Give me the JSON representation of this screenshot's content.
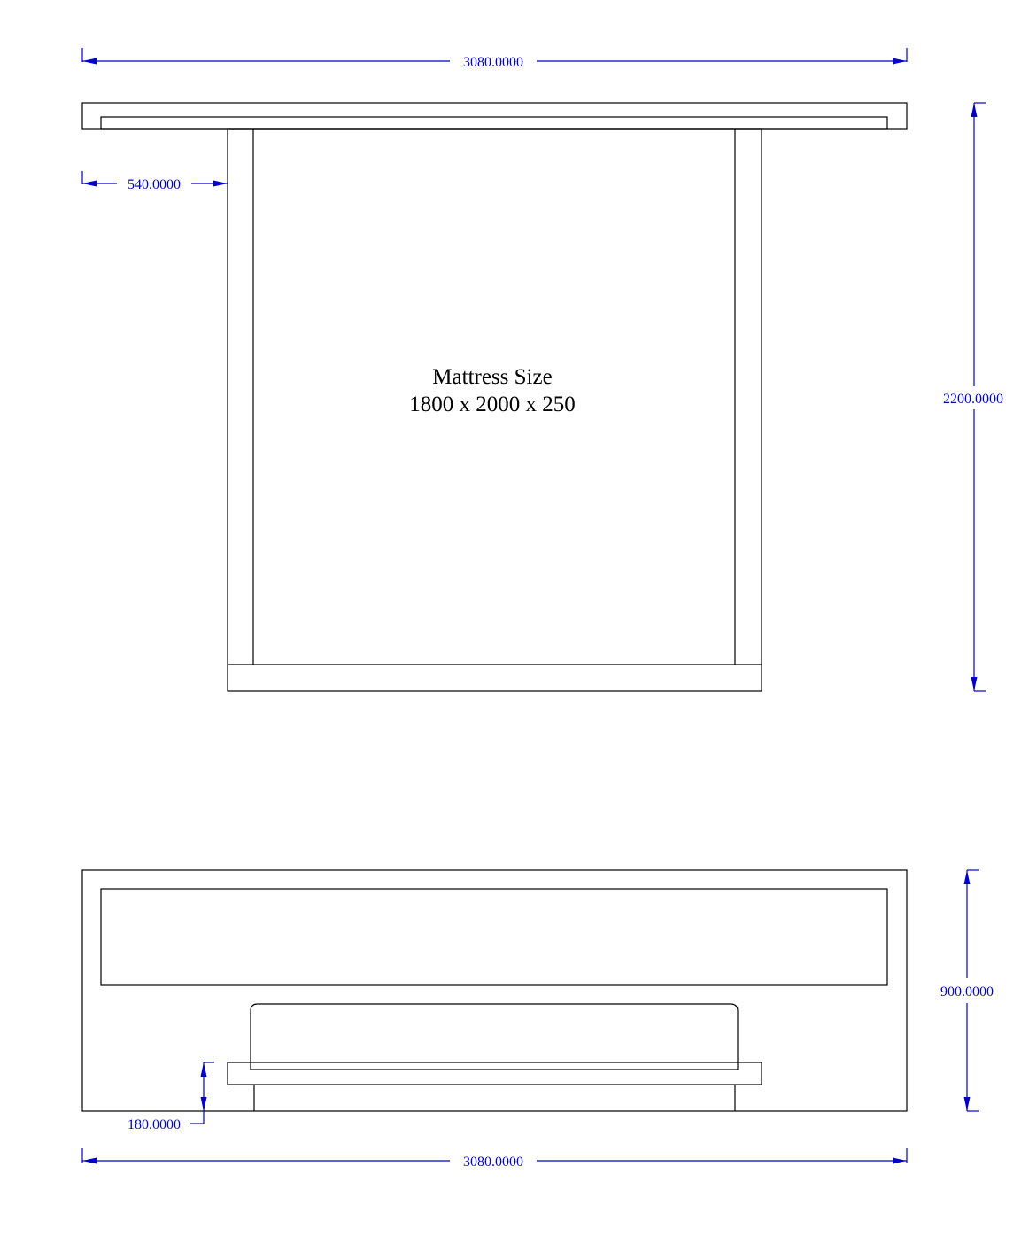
{
  "plan_view": {
    "overall_width": "3080.0000",
    "side_offset": "540.0000",
    "overall_length": "2200.0000",
    "mattress_label": "Mattress Size",
    "mattress_dims": "1800 x 2000 x 250"
  },
  "elevation_view": {
    "overall_height": "900.0000",
    "base_height": "180.0000",
    "overall_width": "3080.0000"
  },
  "colors": {
    "dimension": "#0000cc",
    "outline": "#000000",
    "background": "#ffffff"
  }
}
